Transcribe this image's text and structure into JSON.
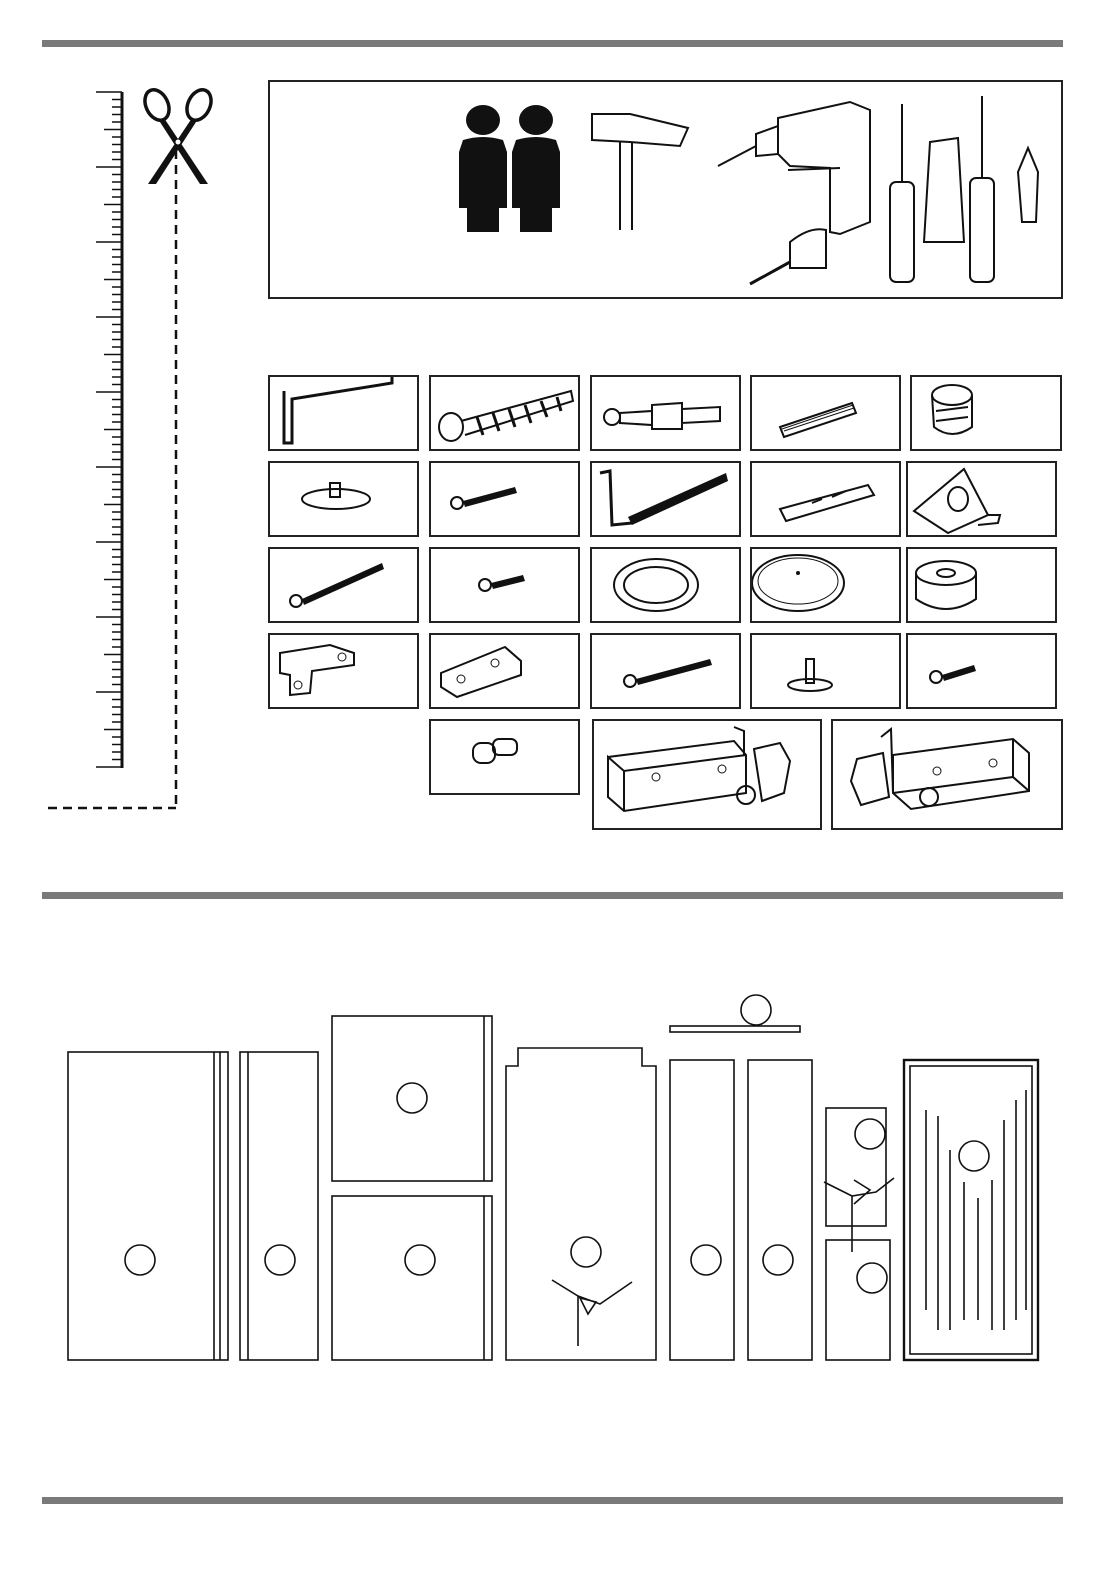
{
  "page": {
    "kind": "furniture assembly instructions – hardware & panels overview"
  },
  "tools": {
    "items": [
      {
        "name": "two-people",
        "icon": "two-person-icon"
      },
      {
        "name": "hammer",
        "icon": "hammer-icon"
      },
      {
        "name": "drill",
        "icon": "drill-icon"
      },
      {
        "name": "tape-measure",
        "icon": "tape-measure-icon"
      },
      {
        "name": "flat-screwdriver",
        "icon": "flat-screwdriver-icon"
      },
      {
        "name": "phillips-screwdriver",
        "icon": "phillips-screwdriver-icon"
      }
    ]
  },
  "hardware": {
    "items": [
      {
        "icon": "allen-key-icon"
      },
      {
        "icon": "confirmat-screw-icon"
      },
      {
        "icon": "cam-bolt-icon"
      },
      {
        "icon": "wood-dowel-icon"
      },
      {
        "icon": "cam-lock-icon"
      },
      {
        "icon": "furniture-glide-icon"
      },
      {
        "icon": "short-screw-icon"
      },
      {
        "icon": "l-hook-screw-icon"
      },
      {
        "icon": "wall-plug-icon"
      },
      {
        "icon": "corner-bracket-icon"
      },
      {
        "icon": "long-screw-icon"
      },
      {
        "icon": "tiny-screw-icon"
      },
      {
        "icon": "swivel-ring-icon"
      },
      {
        "icon": "turntable-disc-icon"
      },
      {
        "icon": "round-spacer-icon"
      },
      {
        "icon": "t-connector-icon"
      },
      {
        "icon": "mounting-plate-icon"
      },
      {
        "icon": "medium-screw-icon"
      },
      {
        "icon": "shelf-support-pin-icon"
      },
      {
        "icon": "small-screw-icon"
      },
      {
        "icon": "shelf-peg-icon"
      },
      {
        "icon": "drawer-lock-left-icon"
      },
      {
        "icon": "drawer-lock-right-icon"
      }
    ]
  },
  "panels": {
    "items": [
      {
        "icon": "side-panel-large"
      },
      {
        "icon": "side-panel-narrow"
      },
      {
        "icon": "top-panel"
      },
      {
        "icon": "bottom-panel"
      },
      {
        "icon": "back-panel"
      },
      {
        "icon": "rail-strip"
      },
      {
        "icon": "vertical-divider-left"
      },
      {
        "icon": "vertical-divider-right"
      },
      {
        "icon": "small-panel-upper"
      },
      {
        "icon": "small-panel-lower"
      },
      {
        "icon": "door-panel"
      }
    ]
  },
  "ruler": {
    "icon": "ruler-icon"
  },
  "scissors": {
    "icon": "scissors-icon"
  }
}
